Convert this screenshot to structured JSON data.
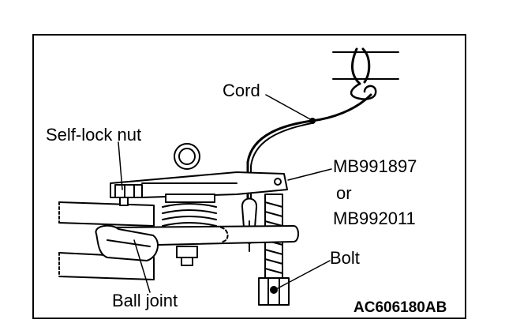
{
  "labels": {
    "cord": "Cord",
    "self_lock_nut": "Self-lock nut",
    "tool_part_1": "MB991897",
    "tool_or": "or",
    "tool_part_2": "MB992011",
    "bolt": "Bolt",
    "ball_joint": "Ball joint",
    "figure_code": "AC606180AB"
  }
}
